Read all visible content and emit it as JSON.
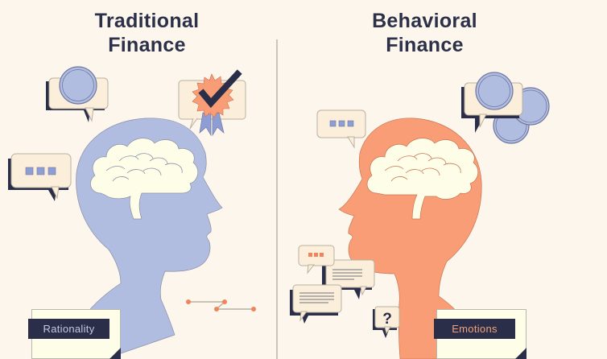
{
  "left_panel": {
    "title_line1": "Traditional",
    "title_line2": "Finance",
    "label": "Rationality",
    "head_color": "#b1bde0",
    "icons": [
      "coin-speech-bubble-icon",
      "award-ribbon-check-icon",
      "ellipsis-speech-bubble-icon",
      "connected-nodes-icon"
    ]
  },
  "right_panel": {
    "title_line1": "Behavioral",
    "title_line2": "Finance",
    "label": "Emotions",
    "head_color": "#f89d76",
    "icons": [
      "ellipsis-speech-bubble-icon",
      "coins-speech-bubble-icon",
      "chat-bubbles-icon",
      "question-bubble-icon"
    ]
  },
  "colors": {
    "background": "#fdf6ec",
    "navy": "#2a2e48",
    "brain": "#fefde8",
    "bubble": "#fbefdc",
    "coin": "#b1bde0",
    "accent_orange": "#f0845c"
  }
}
